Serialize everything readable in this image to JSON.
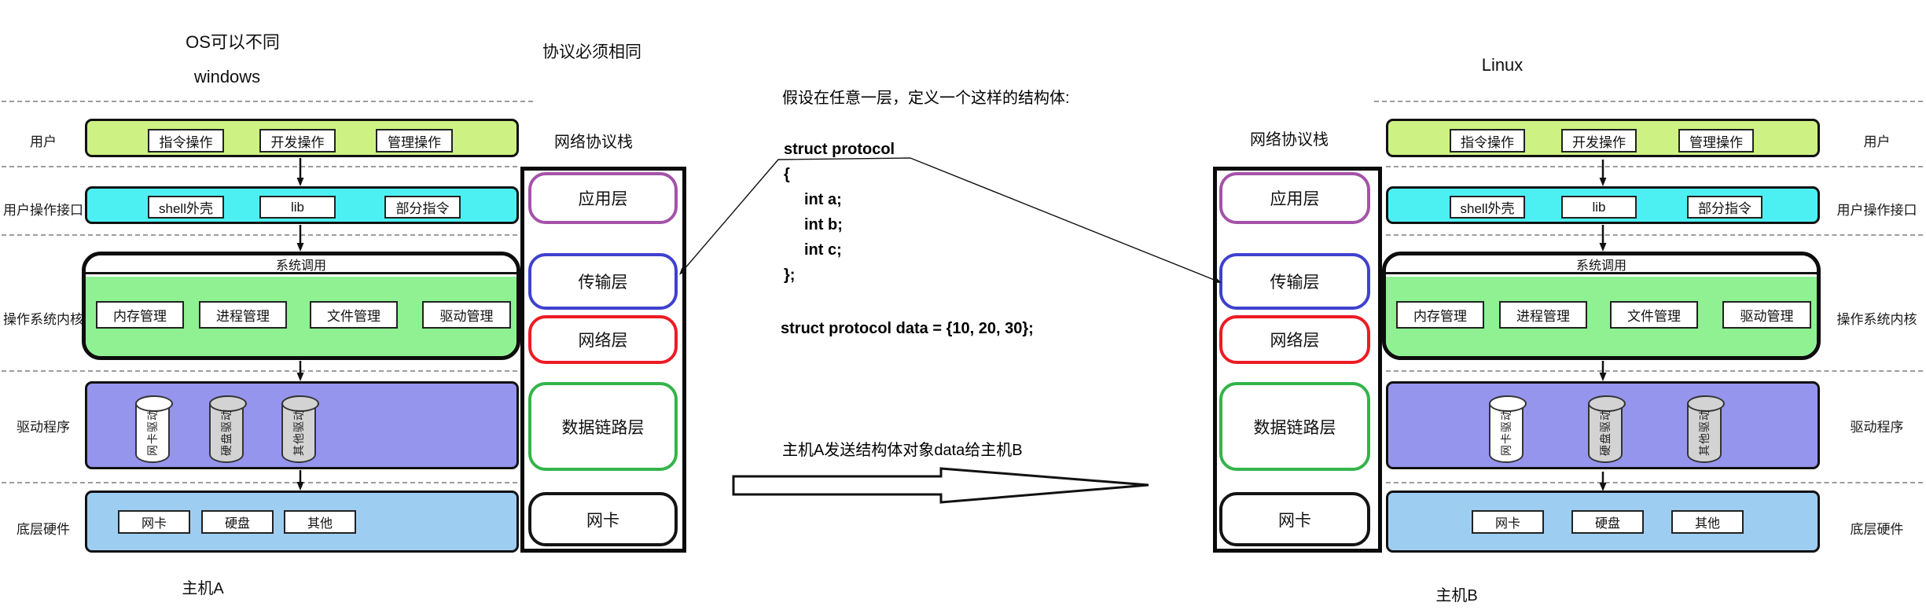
{
  "header": {
    "os_note": "OS可以不同",
    "protocol_note": "协议必须相同",
    "left_os_name": "windows",
    "right_os_name": "Linux"
  },
  "row_labels": {
    "user": "用户",
    "user_interface": "用户操作接口",
    "kernel": "操作系统内核",
    "drivers": "驱动程序",
    "hardware": "底层硬件"
  },
  "os_stack": {
    "user_boxes": [
      "指令操作",
      "开发操作",
      "管理操作"
    ],
    "interface_boxes": [
      "shell外壳",
      "lib",
      "部分指令"
    ],
    "kernel_header": "系统调用",
    "kernel_boxes": [
      "内存管理",
      "进程管理",
      "文件管理",
      "驱动管理"
    ],
    "driver_cylinders": [
      "网卡驱动",
      "硬盘驱动",
      "其他驱动"
    ],
    "hardware_boxes": [
      "网卡",
      "硬盘",
      "其他"
    ]
  },
  "protocol_stack": {
    "title": "网络协议栈",
    "layers": [
      {
        "label": "应用层",
        "color": "#a452a8"
      },
      {
        "label": "传输层",
        "color": "#3f41ce"
      },
      {
        "label": "网络层",
        "color": "#ed1b24"
      },
      {
        "label": "数据链路层",
        "color": "#33b44a"
      },
      {
        "label": "网卡",
        "color": "#141414"
      }
    ]
  },
  "hosts": {
    "left": "主机A",
    "right": "主机B"
  },
  "annotation": {
    "intro": "假设在任意一层，定义一个这样的结构体:",
    "code": [
      "struct protocol",
      "{",
      "int a;",
      "int b;",
      "int c;",
      "};"
    ],
    "init": "struct protocol data = {10, 20, 30};",
    "send_note": "主机A发送结构体对象data给主机B"
  },
  "colors": {
    "user_row": "#cdf183",
    "interface_row": "#4df0f2",
    "kernel_fill": "#8ff191",
    "driver_row": "#9595ee",
    "hardware_row": "#9ecdf2",
    "cylinder_white": "#ffffff",
    "cylinder_gray": "#d3d3d3",
    "dashed_line": "#9d9d9d"
  }
}
